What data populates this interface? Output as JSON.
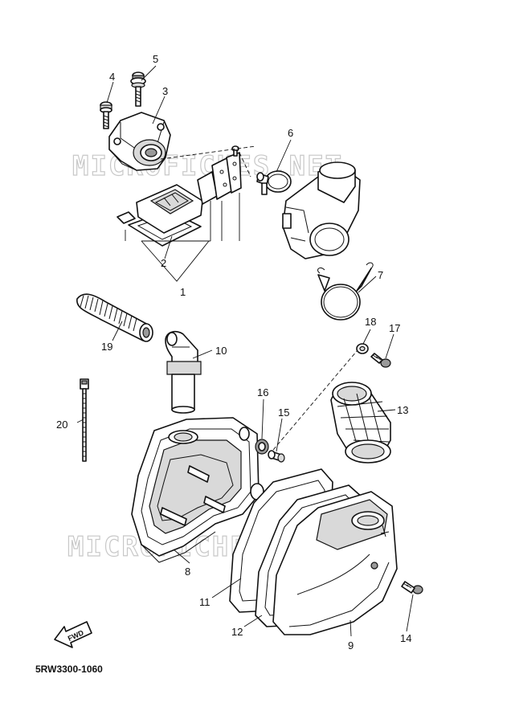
{
  "watermark": "MICROFICHES.NET",
  "drawing_code": "5RW3300-1060",
  "fwd_label": "FWD",
  "callouts": [
    "1",
    "2",
    "3",
    "4",
    "5",
    "6",
    "7",
    "8",
    "9",
    "10",
    "11",
    "12",
    "13",
    "14",
    "15",
    "16",
    "17",
    "18",
    "19",
    "20"
  ]
}
